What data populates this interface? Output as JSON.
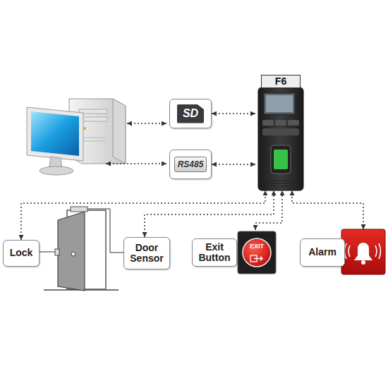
{
  "diagram": {
    "nodes": [
      {
        "text": [
          "F6"
        ]
      },
      {
        "text": [
          "SD"
        ]
      },
      {
        "text": [
          "RS485"
        ]
      },
      {
        "text": [
          "Lock"
        ]
      },
      {
        "text": [
          "Door Sensor"
        ]
      },
      {
        "text": [
          "Exit Button"
        ]
      },
      {
        "text": [
          "EXIT"
        ],
        "in": 5
      },
      {
        "text": [
          "Alarm"
        ]
      }
    ],
    "edges": [
      {
        "from": 1,
        "to": 0,
        "arrow": "both"
      },
      {
        "from": 2,
        "to": 0,
        "arrow": "both"
      },
      {
        "from": 3,
        "to": 0,
        "arrow": "both"
      },
      {
        "from": 4,
        "to": 0,
        "arrow": "both"
      },
      {
        "from": 5,
        "to": 0,
        "arrow": "both"
      },
      {
        "from": 7,
        "to": 0,
        "arrow": "both"
      }
    ]
  }
}
